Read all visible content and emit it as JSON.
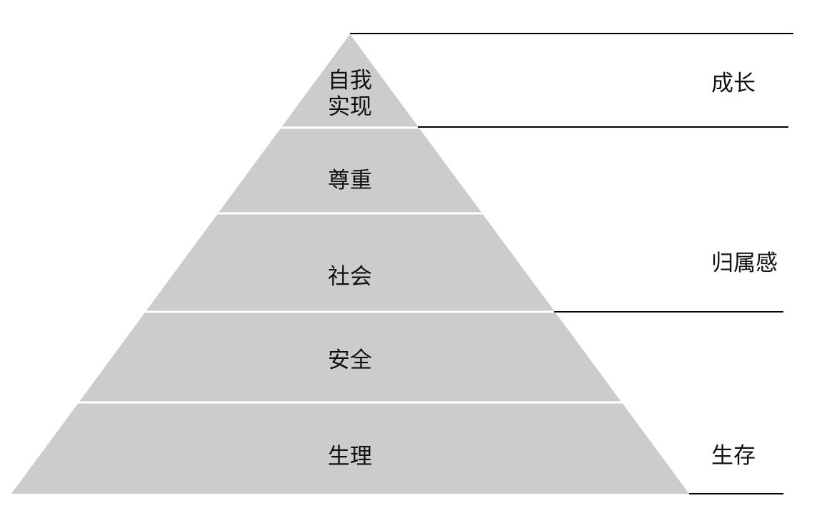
{
  "pyramid": {
    "fill": "#cccccc",
    "separator": "#ffffff",
    "tiers": [
      {
        "lines": [
          "自我",
          "实现"
        ]
      },
      {
        "lines": [
          "尊重"
        ]
      },
      {
        "lines": [
          "社会"
        ]
      },
      {
        "lines": [
          "安全"
        ]
      },
      {
        "lines": [
          "生理"
        ]
      }
    ]
  },
  "groups": [
    {
      "label": "成长"
    },
    {
      "label": "归属感"
    },
    {
      "label": "生存"
    }
  ],
  "line_color": "#000000"
}
